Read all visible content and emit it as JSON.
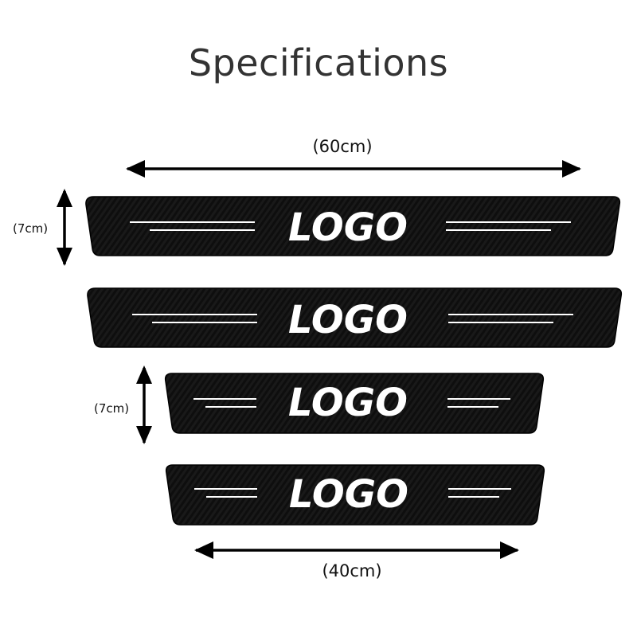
{
  "title": "Specifications",
  "dimensions": {
    "top_width": "(60cm)",
    "bottom_width": "(40cm)",
    "height_large": "(7cm)",
    "height_small": "(7cm)"
  },
  "plates": [
    {
      "logo": "LOGO"
    },
    {
      "logo": "LOGO"
    },
    {
      "logo": "LOGO"
    },
    {
      "logo": "LOGO"
    }
  ],
  "colors": {
    "plate": "#0d0d0d",
    "arrow": "#000000",
    "logo": "#ffffff"
  }
}
